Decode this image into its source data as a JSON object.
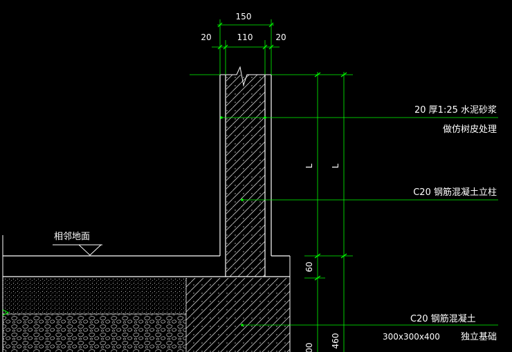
{
  "dimensions": {
    "total_width": "150",
    "left_offset": "20",
    "inner_width": "110",
    "right_offset": "20",
    "length_a": "L",
    "length_b": "L",
    "base_gap": "60",
    "foundation_depth": "460",
    "bottom_partial": "00"
  },
  "annotations": {
    "mortar_line": "20 厚1:25  水泥砂浆",
    "bark_finish": "做仿树皮处理",
    "column_spec": "C20  钢筋混凝土立柱",
    "concrete_spec": "C20  钢筋混凝土",
    "footing_size": "300x300x400",
    "footing_name": "独立基础",
    "ground_label": "相邻地面"
  },
  "colors": {
    "background": "#000000",
    "outline": "#ffffff",
    "dimension": "#00ff00",
    "text": "#ffffff"
  }
}
